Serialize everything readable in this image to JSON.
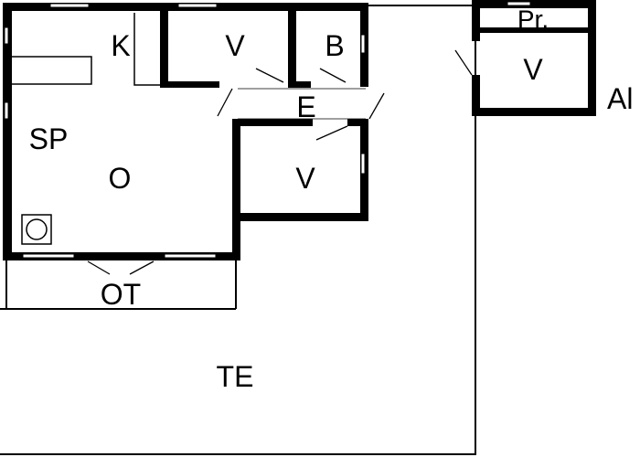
{
  "colors": {
    "background": "#ffffff",
    "wall": "#000000",
    "window": "#ffffff"
  },
  "icons": {
    "fireplace": "fireplace-icon"
  },
  "rooms": {
    "kitchen": "K",
    "bedroom_top": "V",
    "bathroom": "B",
    "sauna": "SP",
    "living_room": "O",
    "entrance": "E",
    "bedroom_lower": "V",
    "porch": "OT",
    "terrace": "TE",
    "annex_storage": "Pr.",
    "annex_bedroom": "V",
    "annex_label": "Al"
  }
}
